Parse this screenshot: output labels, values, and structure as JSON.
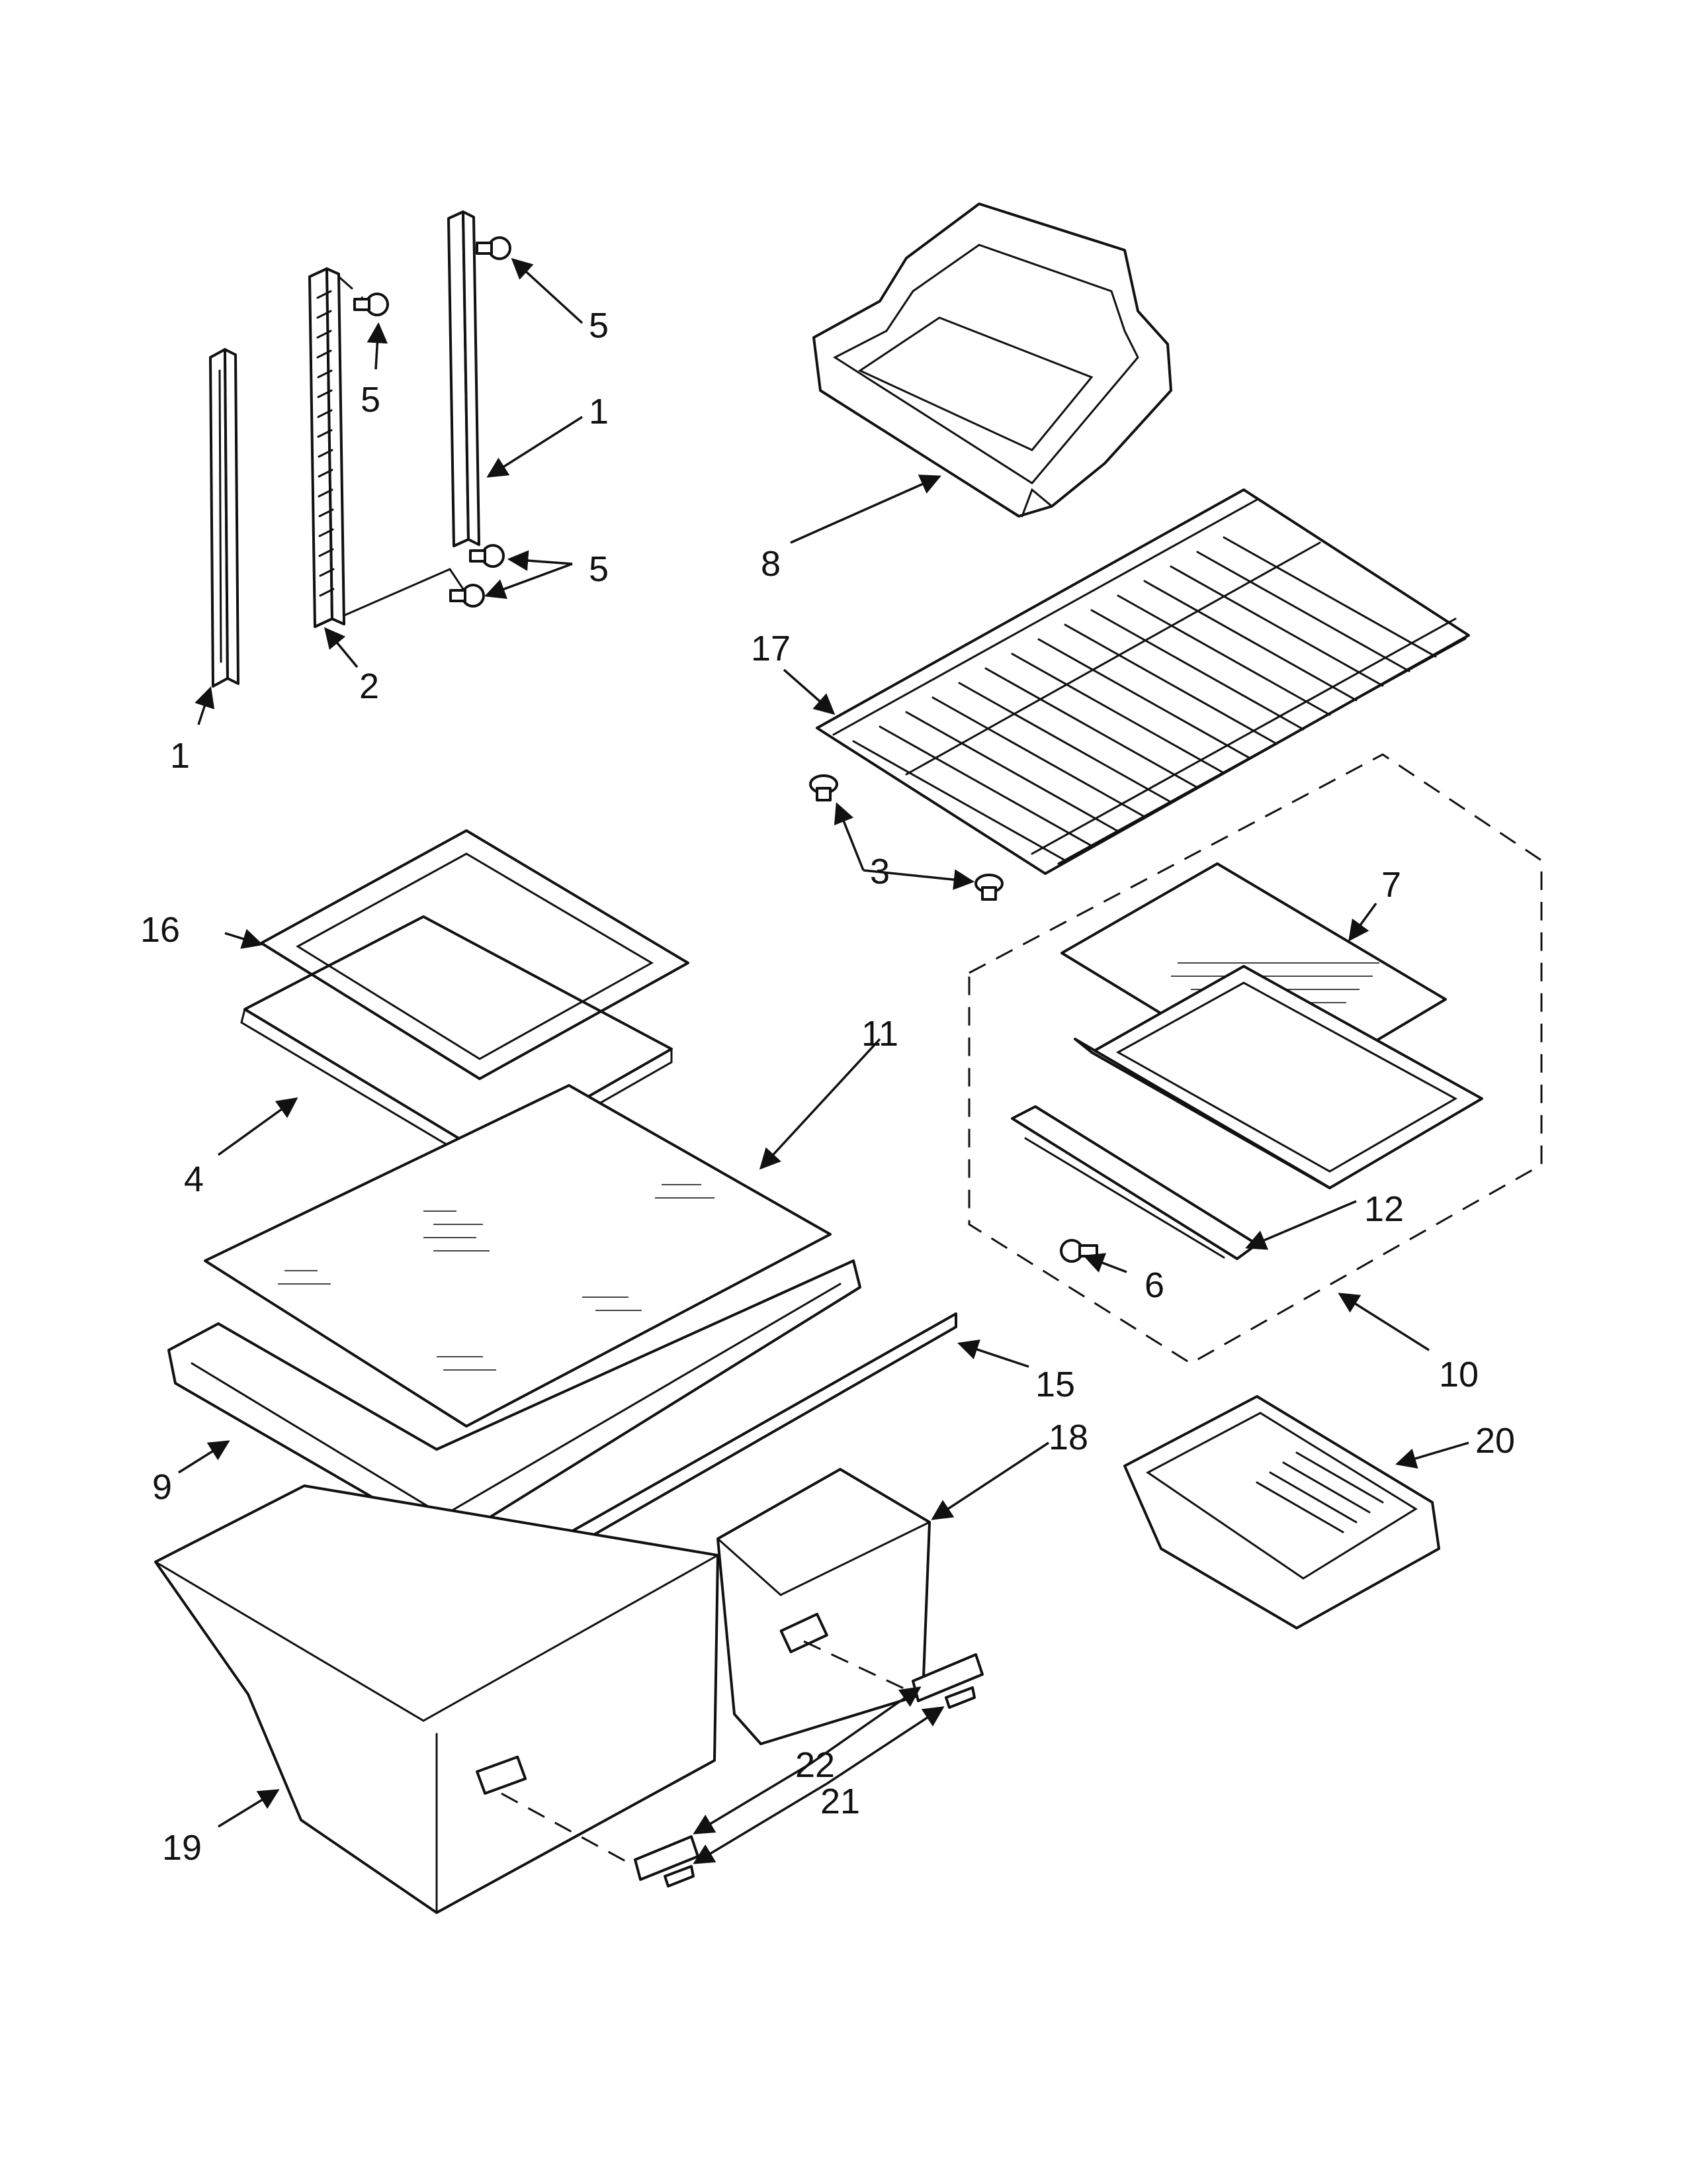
{
  "callouts": [
    {
      "id": "c1a",
      "text": "1"
    },
    {
      "id": "c1b",
      "text": "1"
    },
    {
      "id": "c2",
      "text": "2"
    },
    {
      "id": "c3",
      "text": "3"
    },
    {
      "id": "c4",
      "text": "4"
    },
    {
      "id": "c5a",
      "text": "5"
    },
    {
      "id": "c5b",
      "text": "5"
    },
    {
      "id": "c5c",
      "text": "5"
    },
    {
      "id": "c6",
      "text": "6"
    },
    {
      "id": "c7",
      "text": "7"
    },
    {
      "id": "c8",
      "text": "8"
    },
    {
      "id": "c9",
      "text": "9"
    },
    {
      "id": "c10",
      "text": "10"
    },
    {
      "id": "c11",
      "text": "11"
    },
    {
      "id": "c12",
      "text": "12"
    },
    {
      "id": "c15",
      "text": "15"
    },
    {
      "id": "c16",
      "text": "16"
    },
    {
      "id": "c17",
      "text": "17"
    },
    {
      "id": "c18",
      "text": "18"
    },
    {
      "id": "c19",
      "text": "19"
    },
    {
      "id": "c20",
      "text": "20"
    },
    {
      "id": "c21",
      "text": "21"
    },
    {
      "id": "c22",
      "text": "22"
    }
  ],
  "colors": {
    "ink": "#111111",
    "paper": "#ffffff"
  }
}
